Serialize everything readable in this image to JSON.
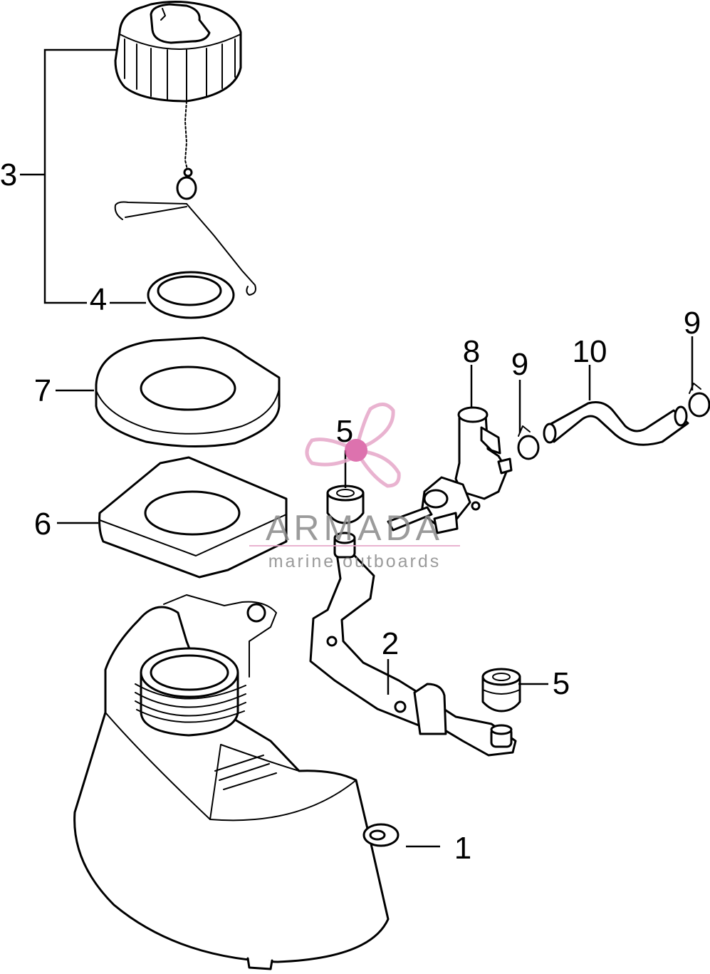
{
  "diagram": {
    "callouts": {
      "c1": "1",
      "c2": "2",
      "c3": "3",
      "c4": "4",
      "c5a": "5",
      "c5b": "5",
      "c6": "6",
      "c7": "7",
      "c8": "8",
      "c9a": "9",
      "c9b": "9",
      "c10": "10"
    }
  },
  "watermark": {
    "brand": "ARMADA",
    "tagline": "marine outboards",
    "logo_icon": "propeller-icon",
    "colors": {
      "logo": "#e6a6c8",
      "logo_hub": "#d85aa0",
      "text": "#8a8a8a"
    }
  }
}
